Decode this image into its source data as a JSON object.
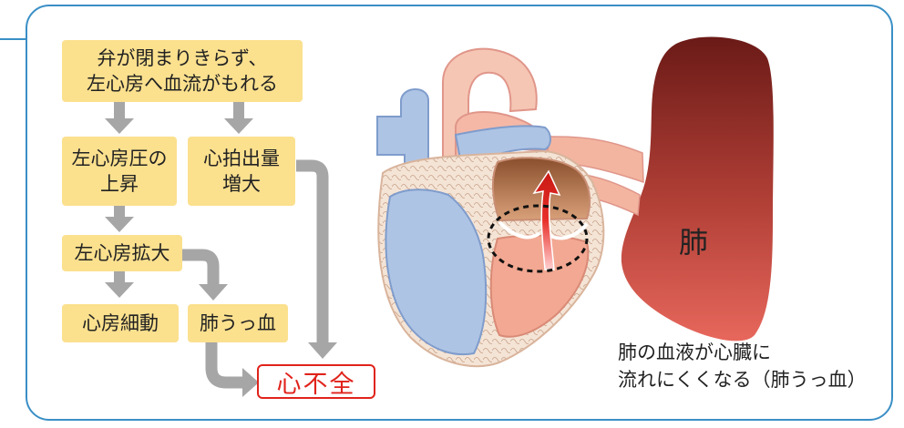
{
  "flow": {
    "box1": "弁が閉まりきらず、\n左心房へ血流がもれる",
    "box2": "左心房圧の\n上昇",
    "box3": "心拍出量\n増大",
    "box4": "左心房拡大",
    "box5": "心房細動",
    "box6": "肺うっ血",
    "result": "心不全"
  },
  "illustration": {
    "lung_label": "肺",
    "caption": "肺の血液が心臓に\n流れにくくなる（肺うっ血）"
  },
  "colors": {
    "frame": "#3a8fc6",
    "box": "#fbe08e",
    "arrow": "#a6a6a6",
    "result": "#e0231b",
    "lung_top": "#6b1a17",
    "lung_bottom": "#e7675c"
  }
}
